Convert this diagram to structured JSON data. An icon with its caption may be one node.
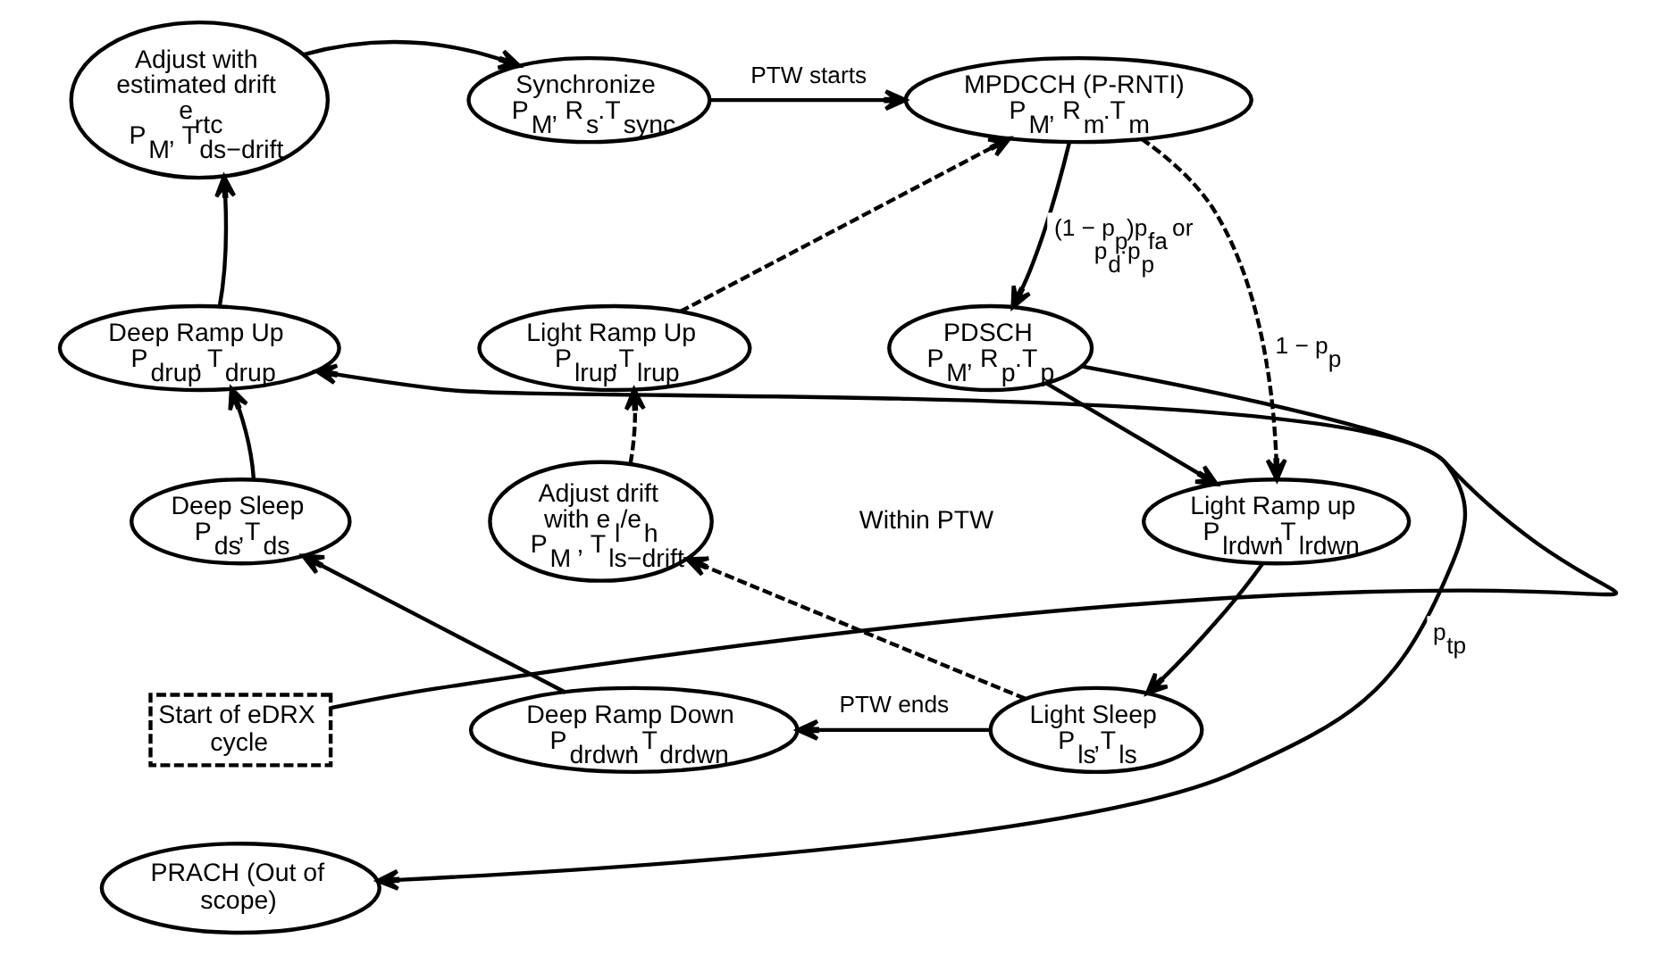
{
  "diagram": {
    "nodes": [
      {
        "text": [
          "Synchronize",
          "P$_{M}$, R$_{s}$.T$_{sync}$"
        ]
      },
      {
        "text": [
          "Adjust with estimated drift e$_{rtc}$",
          "P$_{M}$, T$_{ds−drift}$"
        ]
      },
      {
        "text": [
          "Light Ramp Up",
          "P$_{lrup}$,T$_{lrup}$"
        ]
      },
      {
        "text": [
          "MPDCCH (P-RNTI)",
          "P$_{M}$, R$_{m}$.T$_{m}$"
        ]
      },
      {
        "text": [
          "Deep Ramp Up",
          "P$_{drup}$, T$_{drup}$"
        ]
      },
      {
        "text": [
          "Adjust drift with e$_{l}$/e$_{h}$",
          "P$_{M}$ , T$_{ls−drift}$"
        ]
      },
      {
        "text": [
          "PDSCH",
          "P$_{M}$, R$_{p}$.T$_{p}$"
        ]
      },
      {
        "text": [
          "Deep Sleep",
          "P$_{ds}$,T$_{ds}$"
        ]
      },
      {
        "text": [
          "Light Ramp up",
          "P$_{lrdwn}$,T$_{lrdwn}$"
        ]
      },
      {
        "text": [
          "Light Sleep",
          "P$_{ls}$,T$_{ls}$"
        ]
      },
      {
        "text": [
          "Deep Ramp Down",
          "P$_{drdwn}$, T$_{drdwn}$"
        ]
      },
      {
        "text": [
          "Start of eDRX cycle"
        ]
      },
      {
        "text": [
          "PRACH (Out of scope)"
        ]
      }
    ],
    "edges": [
      {
        "from": 4,
        "to": 1,
        "arrow": "to"
      },
      {
        "from": 1,
        "to": 0,
        "arrow": "to"
      },
      {
        "from": 0,
        "to": 3,
        "arrow": "to",
        "label": "PTW starts"
      },
      {
        "from": 3,
        "to": 6,
        "arrow": "to",
        "label": "(1 − p$_{p}$)p$_{fa}$ or p$_{d}$·p$_{p}$"
      },
      {
        "from": 3,
        "to": 8,
        "arrow": "to",
        "label": "1 − p$_{p}$",
        "style": "dashed"
      },
      {
        "from": 6,
        "to": 8,
        "arrow": "to"
      },
      {
        "from": 8,
        "to": 9,
        "arrow": "to"
      },
      {
        "from": 9,
        "to": 10,
        "arrow": "to",
        "label": "PTW ends"
      },
      {
        "from": 9,
        "to": 5,
        "arrow": "to",
        "style": "dashed"
      },
      {
        "from": 5,
        "to": 2,
        "arrow": "to",
        "style": "dashed"
      },
      {
        "from": 2,
        "to": 3,
        "arrow": "to",
        "style": "dashed"
      },
      {
        "from": 10,
        "to": 7,
        "arrow": "to"
      },
      {
        "from": 7,
        "to": 4,
        "arrow": "to"
      },
      {
        "from": 11,
        "to": 4,
        "arrow": "to"
      },
      {
        "from": 6,
        "to": 12,
        "arrow": "to",
        "label": "p$_{tp}$"
      }
    ],
    "labels": [
      "Within PTW"
    ]
  }
}
